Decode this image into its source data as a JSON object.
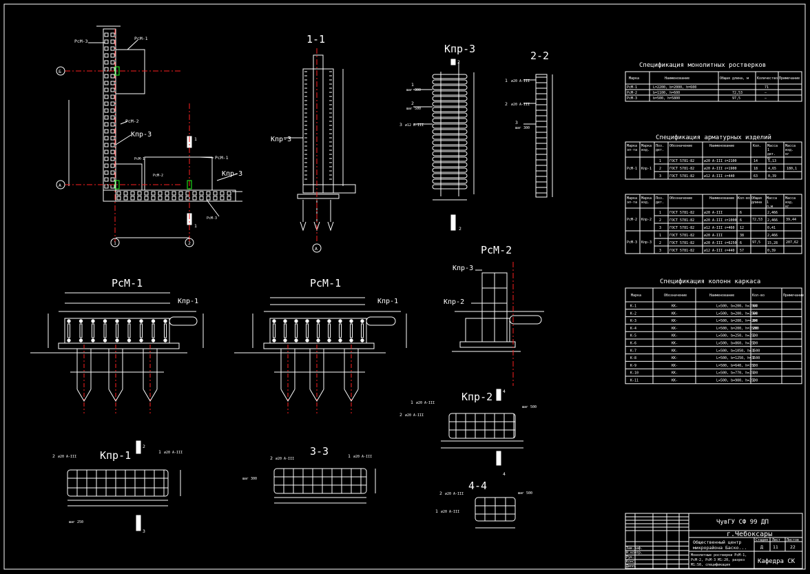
{
  "colors": {
    "background": "#000000",
    "line": "#ffffff",
    "axis": "#ff2020",
    "accent": "#20ff20"
  },
  "plan": {
    "axis_b": "Б",
    "axis_a": "А",
    "axis_1": "1",
    "axis_2": "2",
    "labels": [
      "РсМ-3",
      "РсМ-1",
      "РсМ-2",
      "Кпр-3",
      "РсМ-1",
      "РсМ-2",
      "РсМ-1",
      "Кпр-3",
      "РсМ-3"
    ],
    "cut_1": "1"
  },
  "views": {
    "s11": "1-1",
    "kpr3": "Кпр-3",
    "s22": "2-2",
    "rsm1a": "РсМ-1",
    "rsm1b": "РсМ-1",
    "rsm2": "РсМ-2",
    "kpr1": "Кпр-1",
    "s33": "3-3",
    "kpr2": "Кпр-2",
    "s44": "4-4",
    "cut2": "2",
    "cut3": "3",
    "cut4": "4"
  },
  "callouts": {
    "kpr3": "Кпр-3",
    "kpr1": "Кпр-1",
    "kpr2": "Кпр-2",
    "kpr3b": "Кпр-3",
    "r1": "1",
    "r2": "2",
    "r3": "3",
    "a1": "∅20 А-III",
    "a2": "∅20 А-III",
    "a3": "∅12 А-III",
    "step300": "шаг 300",
    "step500": "шаг 500",
    "step250": "шаг 250"
  },
  "spec1": {
    "title": "Спецификация монолитных ростверков",
    "headers": [
      "Марка",
      "Наименование",
      "Общая длина, м",
      "Количество",
      "Примечание"
    ],
    "rows": [
      [
        "РсМ-1",
        "L=2200, b=2000, h=600",
        "",
        "71",
        ""
      ],
      [
        "РсМ-2",
        "b=1100, h=600",
        "72,53",
        "–",
        ""
      ],
      [
        "РсМ-3",
        "b=500, h=5800",
        "97,5",
        "–",
        ""
      ]
    ]
  },
  "spec2": {
    "title": "Спецификация арматурных изделий",
    "headers": [
      "Марка эл-та",
      "Марка изд.",
      "Поз. дет.",
      "Обозначение",
      "Наименование",
      "Кол.",
      "Масса 1 дет. кг",
      "Масса изд. кг"
    ],
    "group": [
      "РсМ-1",
      "Кпр-1"
    ],
    "rows": [
      [
        "1",
        "ГОСТ 5781-82",
        "∅20 А-III ℓ=2100",
        "14",
        "5,13"
      ],
      [
        "2",
        "ГОСТ 5781-82",
        "∅20 А-III ℓ=1900",
        "18",
        "4,65"
      ],
      [
        "3",
        "ГОСТ 5781-82",
        "∅12 А-III ℓ=440",
        "63",
        "0,39"
      ]
    ],
    "total": "180,1"
  },
  "spec3": {
    "headers": [
      "Марка эл-та",
      "Марка изд.",
      "Поз. дет.",
      "Обозначение",
      "Наименование",
      "Кол-во",
      "Общая длина",
      "Масса 1 п.м",
      "Масса изд. кг"
    ],
    "groups": [
      {
        "mark": "РсМ-2",
        "item": "Кпр-2",
        "len": "72,53",
        "total": "39,44",
        "rows": [
          [
            "1",
            "ГОСТ 5781-82",
            "∅20 А-III",
            "6",
            "2,466"
          ],
          [
            "2",
            "ГОСТ 5781-82",
            "∅20 А-III ℓ=1000",
            "6",
            "2,466"
          ],
          [
            "3",
            "ГОСТ 5781-82",
            "∅12 А-III ℓ=460",
            "12",
            "0,41"
          ]
        ]
      },
      {
        "mark": "РсМ-3",
        "item": "Кпр-3",
        "len": "97,5",
        "total": "207,62",
        "rows": [
          [
            "1",
            "ГОСТ 5781-82",
            "∅20 А-III",
            "38",
            "2,466"
          ],
          [
            "2",
            "ГОСТ 5781-82",
            "∅20 А-III ℓ=6250",
            "6",
            "15,28"
          ],
          [
            "3",
            "ГОСТ 5781-82",
            "∅12 А-III ℓ=440",
            "57",
            "0,39"
          ]
        ]
      }
    ]
  },
  "spec4": {
    "title": "Спецификация колонн каркаса",
    "headers": [
      "Марка",
      "Обозначение",
      "Наименование",
      "Кол-во",
      "Примечание"
    ],
    "rows": [
      [
        "К-1",
        "КК-",
        "L=500, b=200, h=3500",
        "64"
      ],
      [
        "К-2",
        "КК-",
        "L=500, b=200, h=3500",
        "64"
      ],
      [
        "К-3",
        "КК-",
        "L=500, b=200, h=4200",
        "84"
      ],
      [
        "К-4",
        "КК-",
        "L=500, b=200, h=3500",
        "200"
      ],
      [
        "К-5",
        "КК-",
        "L=500, b=250, h=3500",
        "1"
      ],
      [
        "К-6",
        "КК-",
        "L=500, b=860, h=3500",
        "1"
      ],
      [
        "К-7",
        "КК-",
        "L=500, b=1050, h=3500",
        "1"
      ],
      [
        "К-8",
        "КК-",
        "L=500, b=1250, h=3500",
        "1"
      ],
      [
        "К-9",
        "КК-",
        "L=500, b=640, h=3500",
        "1"
      ],
      [
        "К-10",
        "КК-",
        "L=500, b=770, h=3500",
        "1"
      ],
      [
        "К-11",
        "КК-",
        "L=500, b=900, h=3500",
        "1"
      ]
    ]
  },
  "titleblock": {
    "code": "ЧувГУ СФ 99 ДП",
    "city": "г.Чебоксары",
    "project1": "Общественный центр",
    "project2": "микрорайона Баско...",
    "hdr_stage": "Стадия",
    "hdr_sheet": "Лист",
    "hdr_sheets": "Листов",
    "stage": "Д",
    "sheet": "11",
    "sheets": "22",
    "desc1": "Монолитные ростверки РсМ-1,",
    "desc2": "РсМ-2, РсМ-3 М1:20, разрез",
    "desc3": "М1:50, спецификация",
    "dept": "Кафедра СК",
    "people": [
      "Зав.каф.",
      "Н.контр.",
      "Рук.",
      "Конс.",
      "Дипл."
    ]
  }
}
